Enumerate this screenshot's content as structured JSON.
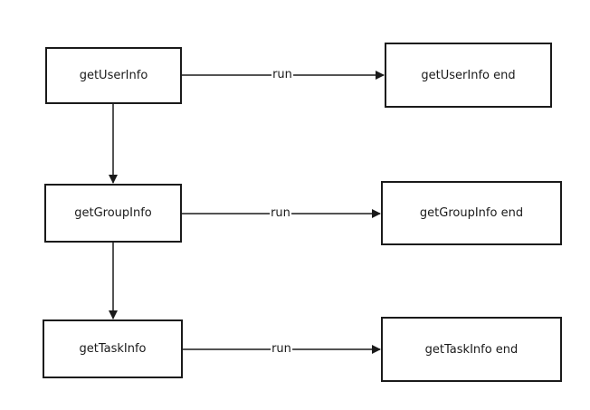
{
  "diagram": {
    "nodes": {
      "get_user_info": "getUserInfo",
      "get_user_info_end": "getUserInfo end",
      "get_group_info": "getGroupInfo",
      "get_group_info_end": "getGroupInfo end",
      "get_task_info": "getTaskInfo",
      "get_task_info_end": "getTaskInfo end"
    },
    "edge_labels": {
      "user_run": "run",
      "group_run": "run",
      "task_run": "run"
    },
    "colors": {
      "stroke": "#1a1a1a",
      "background": "#ffffff"
    }
  }
}
